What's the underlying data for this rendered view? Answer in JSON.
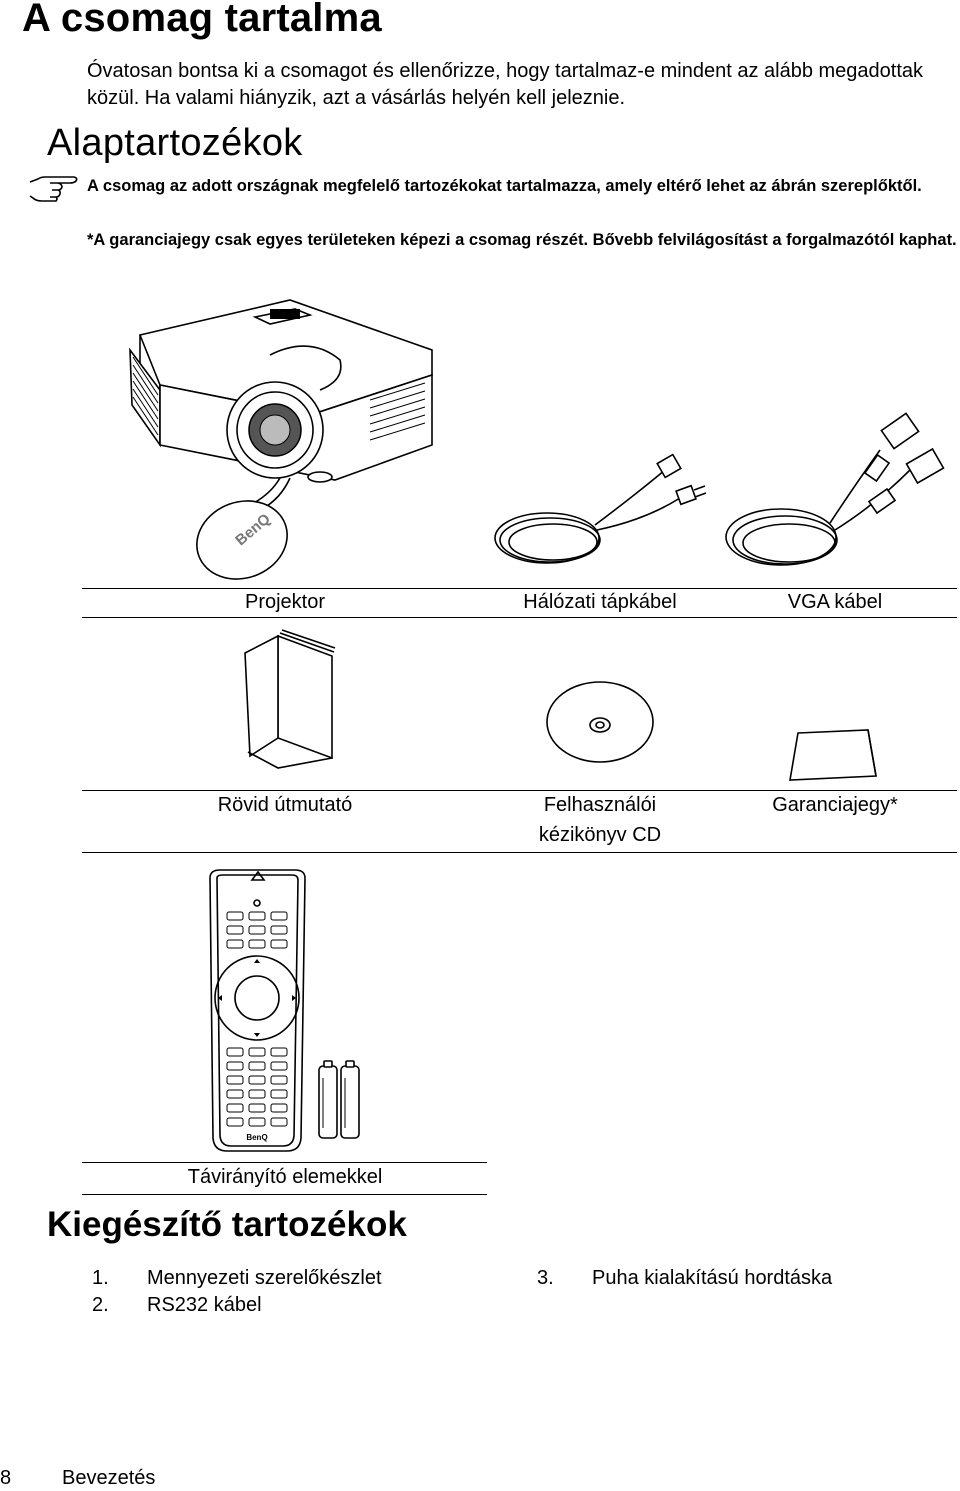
{
  "page": {
    "title": "A csomag tartalma",
    "intro": "Óvatosan bontsa ki a csomagot és ellenőrizze, hogy tartalmaz-e mindent az alább megadottak közül. Ha valami hiányzik, azt a vásárlás helyén kell jeleznie."
  },
  "standard": {
    "heading": "Alaptartozékok",
    "note1": "A csomag az adott országnak megfelelő tartozékokat tartalmazza, amely eltérő lehet az ábrán szereplőktől.",
    "note2": "*A garanciajegy csak egyes területeken képezi a csomag részét. Bővebb felvilágosítást a forgalmazótól kaphat.",
    "items": [
      {
        "label": "Projektor",
        "icon": "projector-icon"
      },
      {
        "label": "Hálózati tápkábel",
        "icon": "power-cord-icon"
      },
      {
        "label": "VGA kábel",
        "icon": "vga-cable-icon"
      },
      {
        "label": "Rövid útmutató",
        "icon": "quick-guide-icon"
      },
      {
        "label": "Felhasználói kézikönyv CD",
        "icon": "cd-icon"
      },
      {
        "label": "Garanciajegy*",
        "icon": "warranty-card-icon"
      },
      {
        "label": "Távirányító elemekkel",
        "icon": "remote-control-icon"
      }
    ],
    "lens_cap_logo": "BenQ",
    "remote_logo": "BenQ"
  },
  "optional": {
    "heading": "Kiegészítő tartozékok",
    "items": [
      {
        "num": "1.",
        "label": "Mennyezeti szerelőkészlet"
      },
      {
        "num": "2.",
        "label": "RS232 kábel"
      },
      {
        "num": "3.",
        "label": "Puha kialakítású hordtáska"
      }
    ]
  },
  "footer": {
    "page_number": "8",
    "section": "Bevezetés"
  }
}
